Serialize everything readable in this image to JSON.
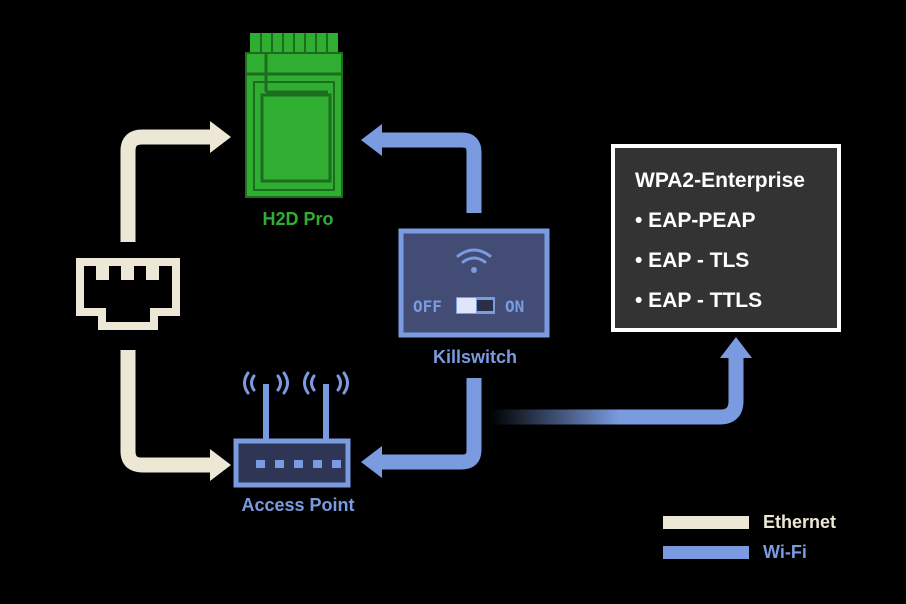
{
  "colors": {
    "ethernet": "#ede8d6",
    "wifi": "#7b9be0",
    "device_green": "#2fae32",
    "device_green_dark": "#1c6e1e",
    "background": "#000000",
    "box_fill": "#333333",
    "box_border": "#ffffff"
  },
  "nodes": {
    "h2d": {
      "label": "H2D Pro",
      "icon": "printer-module-icon"
    },
    "ethernet_port": {
      "icon": "ethernet-port-icon"
    },
    "killswitch": {
      "label": "Killswitch",
      "icon": "wifi-icon",
      "off_label": "OFF",
      "on_label": "ON"
    },
    "access_point": {
      "label": "Access Point",
      "icon": "router-icon"
    }
  },
  "security_box": {
    "title": "WPA2-Enterprise",
    "items": [
      "• EAP-PEAP",
      "• EAP - TLS",
      "• EAP - TTLS"
    ]
  },
  "legend": [
    {
      "label": "Ethernet",
      "type": "ethernet"
    },
    {
      "label": "Wi-Fi",
      "type": "wifi"
    }
  ]
}
